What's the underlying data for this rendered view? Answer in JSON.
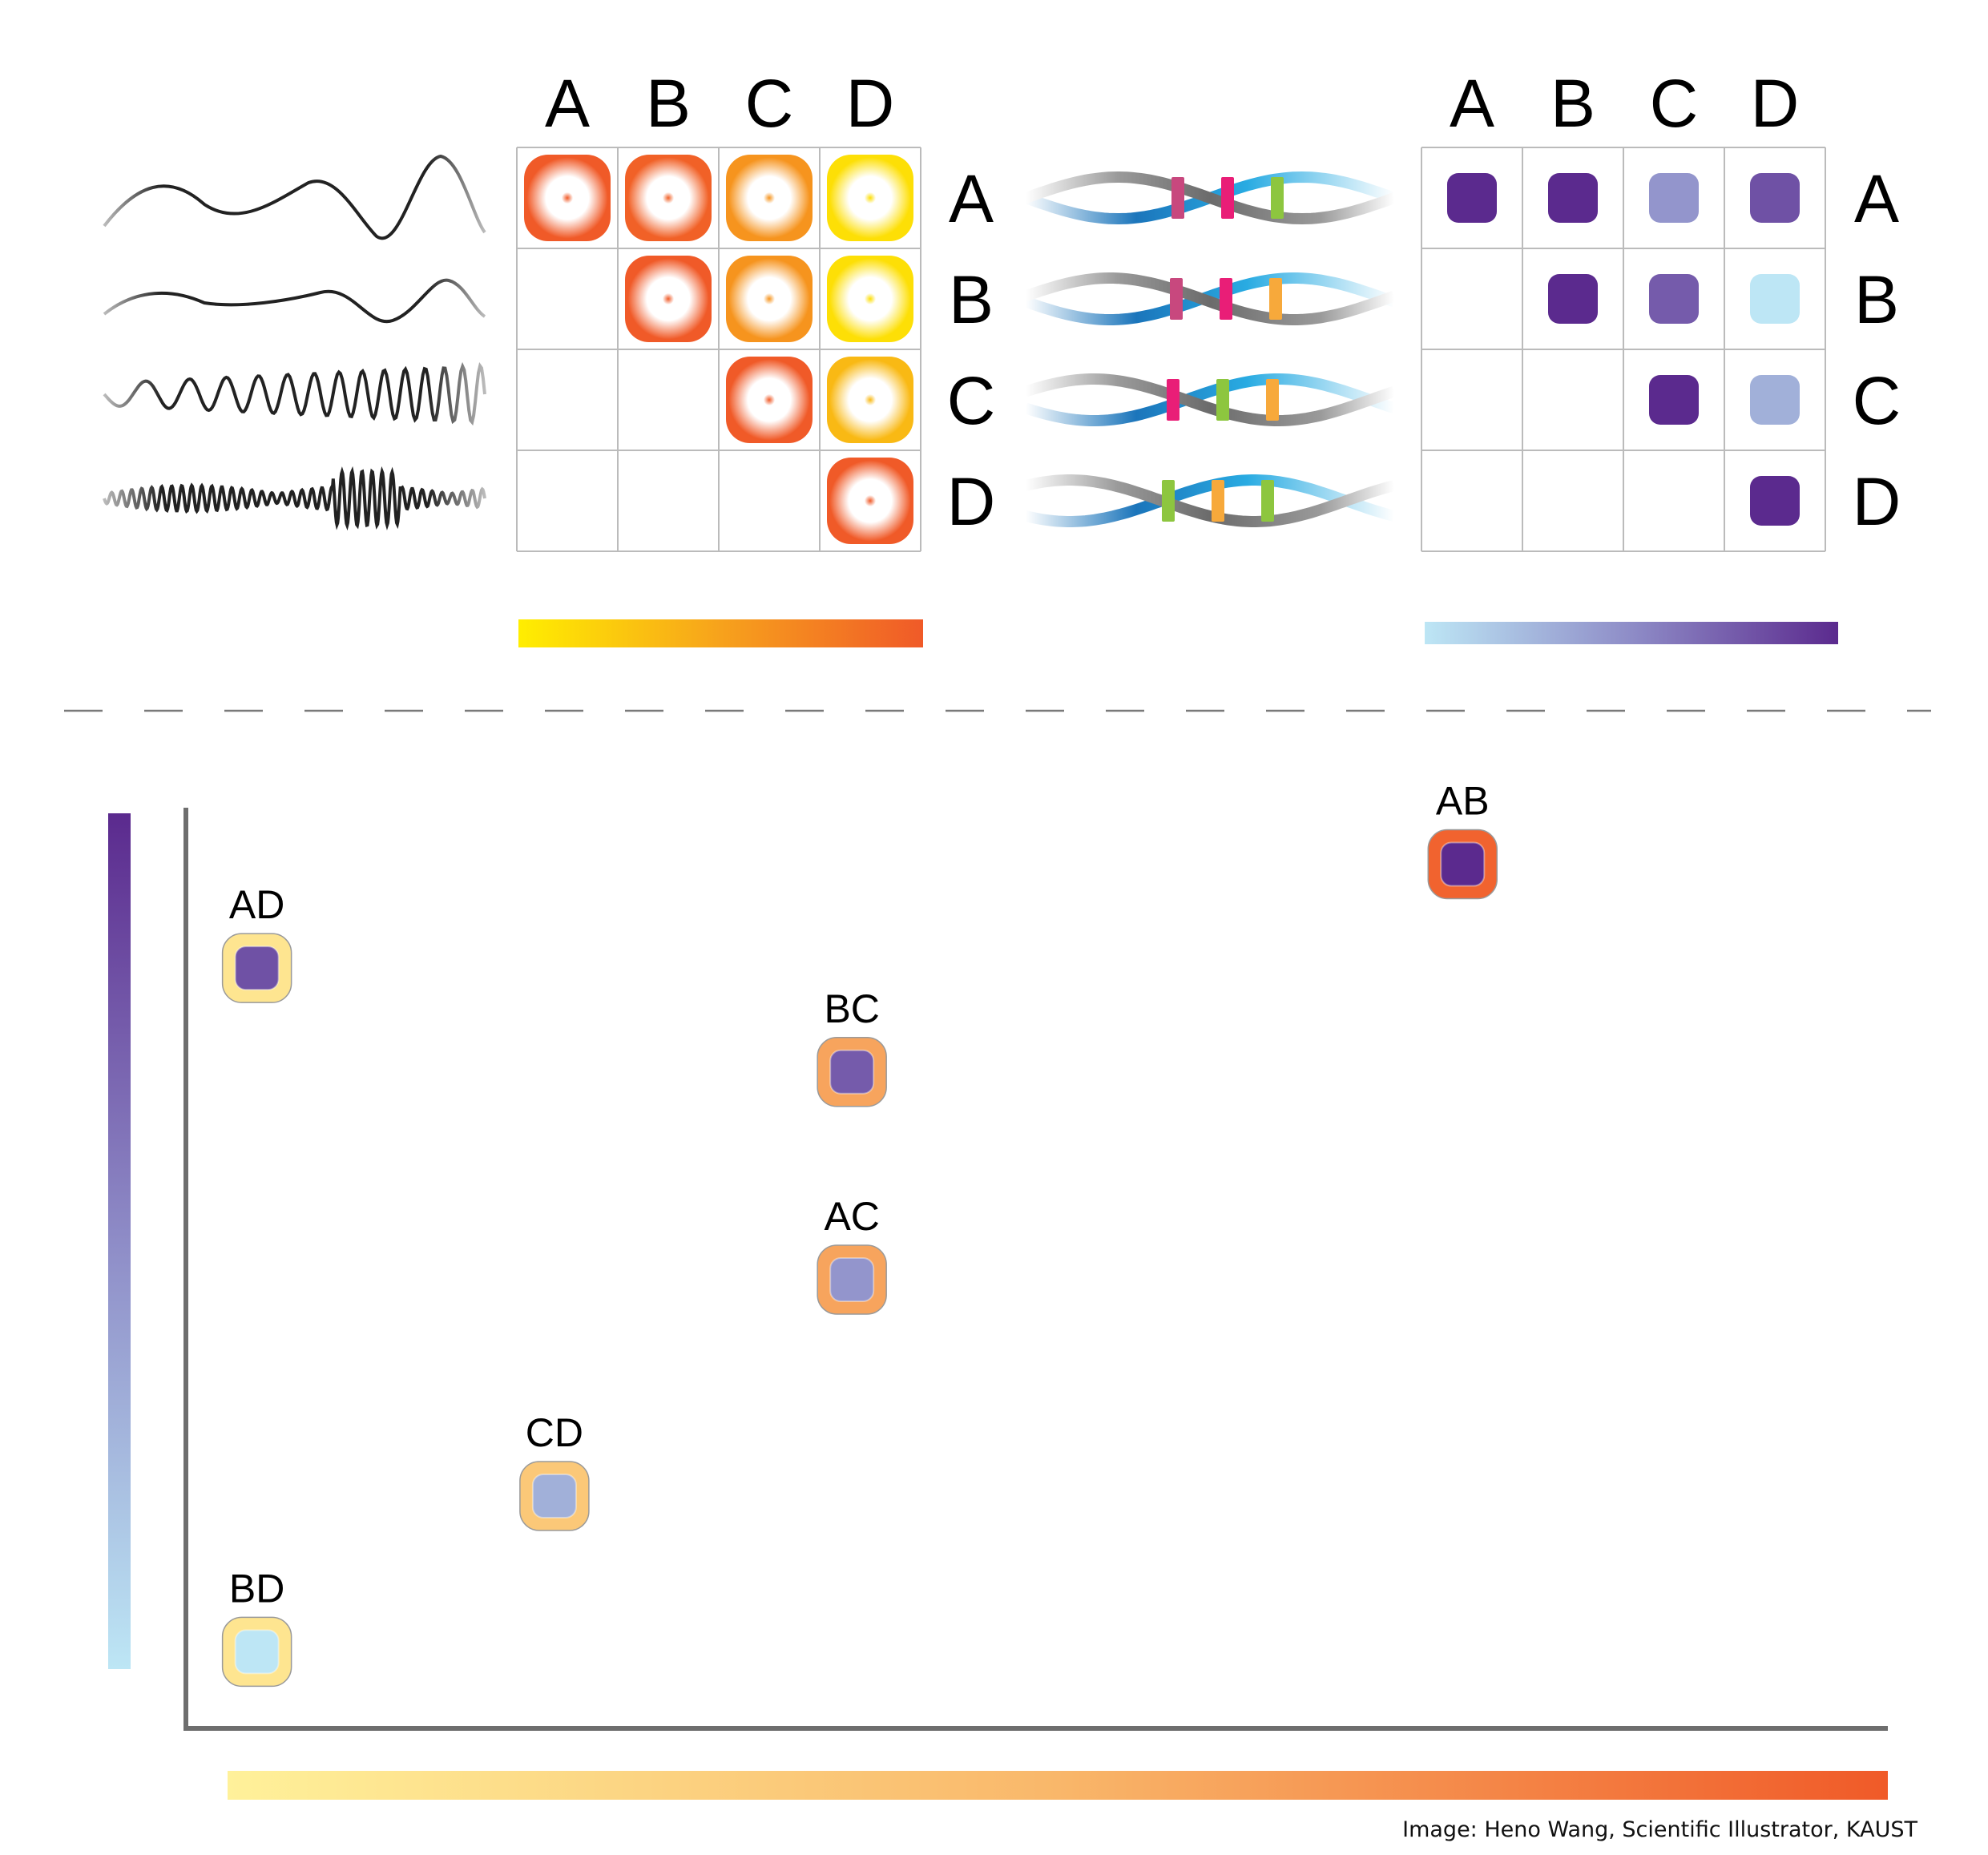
{
  "labels": [
    "A",
    "B",
    "C",
    "D"
  ],
  "colors": {
    "heat_scale": [
      "#FFEE00",
      "#F7A21C",
      "#F05A28"
    ],
    "similarity_scale": [
      "#BDE6F5",
      "#8E8CC7",
      "#5B2A8E"
    ],
    "scatter_x_scale": [
      "#FFF19A",
      "#F9B76A",
      "#F05A28"
    ],
    "grid_line": "#BBBBBB",
    "axis": "#6E6E6E"
  },
  "signal_matrix": {
    "description_levels": "0 = lowest (yellow) to 1 = highest (orange-red)",
    "cells": [
      {
        "row": "A",
        "col": "A",
        "level": 1.0
      },
      {
        "row": "A",
        "col": "B",
        "level": 0.95
      },
      {
        "row": "A",
        "col": "C",
        "level": 0.6
      },
      {
        "row": "A",
        "col": "D",
        "level": 0.1
      },
      {
        "row": "B",
        "col": "B",
        "level": 1.0
      },
      {
        "row": "B",
        "col": "C",
        "level": 0.6
      },
      {
        "row": "B",
        "col": "D",
        "level": 0.1
      },
      {
        "row": "C",
        "col": "C",
        "level": 1.0
      },
      {
        "row": "C",
        "col": "D",
        "level": 0.35
      },
      {
        "row": "D",
        "col": "D",
        "level": 1.0
      }
    ]
  },
  "dna_matrix": {
    "cells": [
      {
        "row": "A",
        "col": "A",
        "level": 1.0
      },
      {
        "row": "A",
        "col": "B",
        "level": 1.0
      },
      {
        "row": "A",
        "col": "C",
        "level": 0.45
      },
      {
        "row": "A",
        "col": "D",
        "level": 0.8
      },
      {
        "row": "B",
        "col": "B",
        "level": 1.0
      },
      {
        "row": "B",
        "col": "C",
        "level": 0.75
      },
      {
        "row": "B",
        "col": "D",
        "level": 0.0
      },
      {
        "row": "C",
        "col": "C",
        "level": 1.0
      },
      {
        "row": "C",
        "col": "D",
        "level": 0.3
      },
      {
        "row": "D",
        "col": "D",
        "level": 1.0
      }
    ]
  },
  "chart_data": {
    "type": "scatter",
    "title": "",
    "xlabel": "",
    "ylabel": "",
    "xlim": [
      0,
      1
    ],
    "ylim": [
      0,
      1
    ],
    "points": [
      {
        "label": "AB",
        "x": 0.8,
        "y": 0.98,
        "x_level": 0.95,
        "y_level": 1.0
      },
      {
        "label": "AD",
        "x": 0.03,
        "y": 0.86,
        "x_level": 0.1,
        "y_level": 0.8
      },
      {
        "label": "BC",
        "x": 0.41,
        "y": 0.74,
        "x_level": 0.6,
        "y_level": 0.75
      },
      {
        "label": "AC",
        "x": 0.41,
        "y": 0.5,
        "x_level": 0.6,
        "y_level": 0.45
      },
      {
        "label": "CD",
        "x": 0.22,
        "y": 0.25,
        "x_level": 0.35,
        "y_level": 0.3
      },
      {
        "label": "BD",
        "x": 0.03,
        "y": 0.07,
        "x_level": 0.1,
        "y_level": 0.0
      }
    ]
  },
  "credit": "Image: Heno Wang, Scientific Illustrator, KAUST"
}
